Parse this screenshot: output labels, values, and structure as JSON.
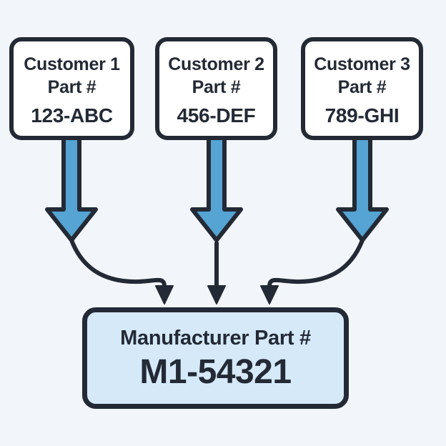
{
  "diagram": {
    "type": "part-number-mapping",
    "description": "Three customer part numbers map to one manufacturer part number"
  },
  "colors": {
    "background": "#f2f6fa",
    "outline": "#232a35",
    "arrow_blue": "#55a4d4",
    "manufacturer_fill": "#d5e9f9",
    "customer_fill": "#ffffff"
  },
  "customer_boxes": [
    {
      "title_line1": "Customer 1",
      "title_line2": "Part #",
      "part_number": "123-ABC"
    },
    {
      "title_line1": "Customer 2",
      "title_line2": "Part #",
      "part_number": "456-DEF"
    },
    {
      "title_line1": "Customer 3",
      "title_line2": "Part #",
      "part_number": "789-GHI"
    }
  ],
  "manufacturer_box": {
    "label": "Manufacturer Part #",
    "part_number": "M1-54321"
  },
  "flow": [
    {
      "from": "customer-1-box",
      "to": "manufacturer-box"
    },
    {
      "from": "customer-2-box",
      "to": "manufacturer-box"
    },
    {
      "from": "customer-3-box",
      "to": "manufacturer-box"
    }
  ]
}
